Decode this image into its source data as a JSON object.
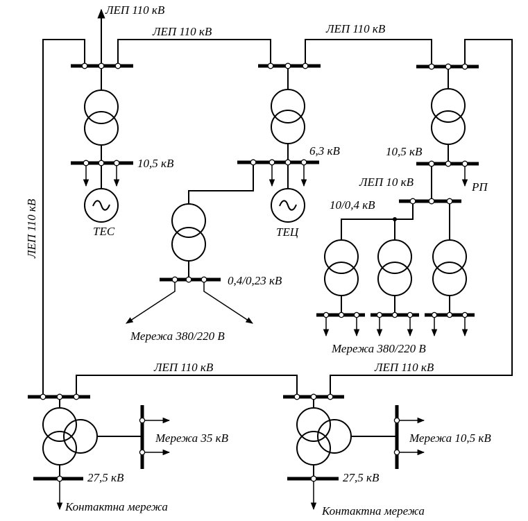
{
  "labels": {
    "lep_top": "ЛЕП 110 кВ",
    "lep_a": "ЛЕП 110 кВ",
    "lep_b": "ЛЕП 110 кВ",
    "lep_left": "ЛЕП 110 кВ",
    "lep_c": "ЛЕП 110 кВ",
    "lep_d": "ЛЕП 110 кВ",
    "v_tes": "10,5 кВ",
    "v_tec": "6,3 кВ",
    "v_rp": "10,5 кВ",
    "lep_10": "ЛЕП 10 кВ",
    "rp": "РП",
    "v_10_04": "10/0,4 кВ",
    "tes": "ТЕС",
    "tec": "ТЕЦ",
    "v_04_023": "0,4/0,23 кВ",
    "net_380_left": "Мережа 380/220 В",
    "net_380_right": "Мережа 380/220 В",
    "net_35": "Мережа 35 кВ",
    "net_105": "Мережа 10,5 кВ",
    "v_275_left": "27,5 кВ",
    "v_275_right": "27,5 кВ",
    "contact_left": "Контактна мережа",
    "contact_right": "Контактна мережа"
  },
  "generator_symbol": "~"
}
